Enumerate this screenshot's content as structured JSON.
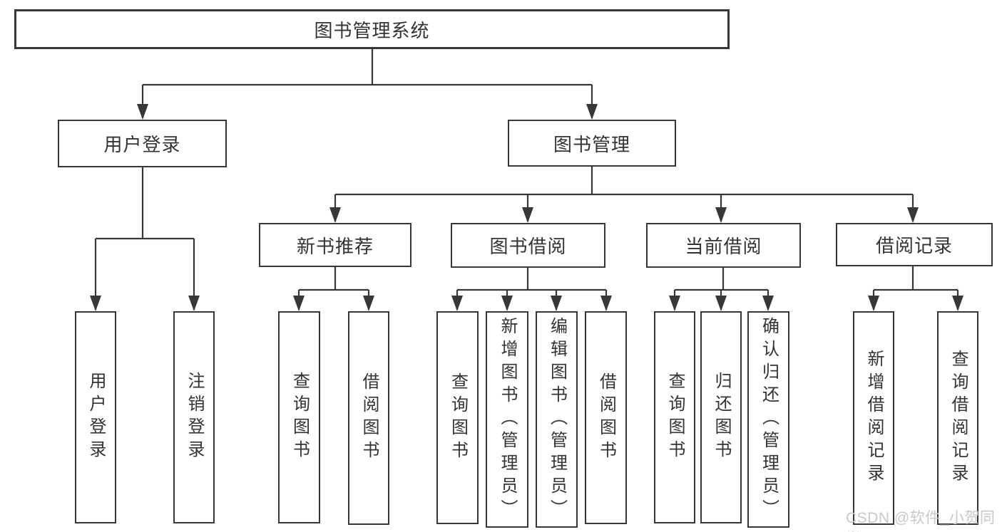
{
  "diagram": {
    "title": "图书管理系统",
    "level2": [
      {
        "id": "user-login",
        "label": "用户登录"
      },
      {
        "id": "book-management",
        "label": "图书管理"
      }
    ],
    "level3": [
      {
        "id": "new-book-recommend",
        "label": "新书推荐"
      },
      {
        "id": "book-borrow",
        "label": "图书借阅"
      },
      {
        "id": "current-borrow",
        "label": "当前借阅"
      },
      {
        "id": "borrow-records",
        "label": "借阅记录"
      }
    ],
    "leaves": [
      {
        "parent": "user-login",
        "label": "用户登录"
      },
      {
        "parent": "user-login",
        "label": "注销登录"
      },
      {
        "parent": "new-book-recommend",
        "label": "查询图书"
      },
      {
        "parent": "new-book-recommend",
        "label": "借阅图书"
      },
      {
        "parent": "book-borrow",
        "label": "查询图书"
      },
      {
        "parent": "book-borrow",
        "label": "新增图书（管理员）"
      },
      {
        "parent": "book-borrow",
        "label": "编辑图书（管理员）"
      },
      {
        "parent": "book-borrow",
        "label": "借阅图书"
      },
      {
        "parent": "current-borrow",
        "label": "查询图书"
      },
      {
        "parent": "current-borrow",
        "label": "归还图书"
      },
      {
        "parent": "current-borrow",
        "label": "确认归还（管理员）"
      },
      {
        "parent": "borrow-records",
        "label": "新增借阅记录"
      },
      {
        "parent": "borrow-records",
        "label": "查询借阅记录"
      }
    ]
  },
  "watermark": {
    "text": "CSDN @软件_小贺同学"
  },
  "colors": {
    "line": "#373737",
    "text": "#333333",
    "background": "#ffffff",
    "watermark": "#c8c8c8"
  }
}
